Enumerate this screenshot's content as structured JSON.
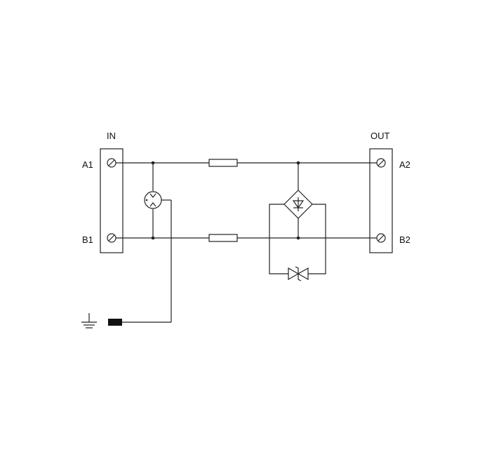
{
  "diagram": {
    "labels": {
      "in": "IN",
      "out": "OUT",
      "a1": "A1",
      "b1": "B1",
      "a2": "A2",
      "b2": "B2"
    },
    "colors": {
      "line": "#222222",
      "background": "#ffffff"
    },
    "symbols": [
      "screw-terminal-icon",
      "gas-discharge-tube-icon",
      "resistor-icon",
      "bridge-rectifier-icon",
      "bidirectional-tvs-diode-icon",
      "ground-icon",
      "ground-connector-icon"
    ]
  }
}
